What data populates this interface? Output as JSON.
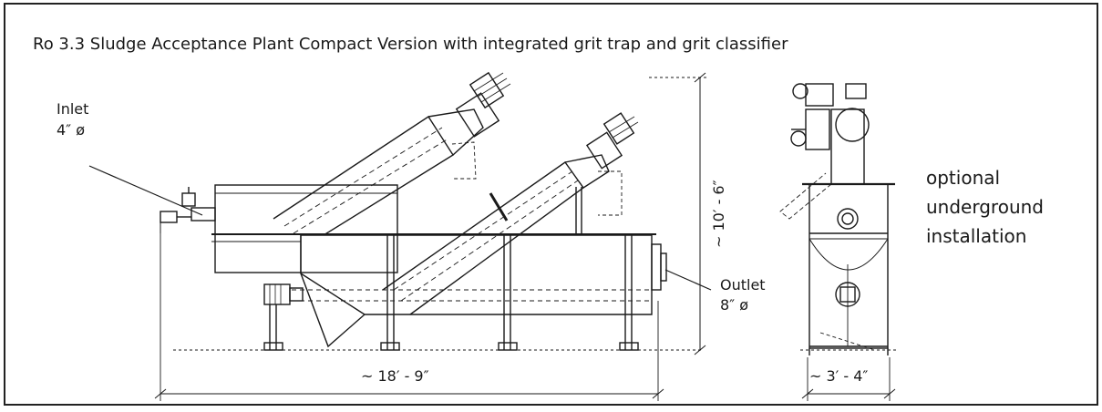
{
  "title": "Ro 3.3   Sludge Acceptance Plant Compact Version with integrated grit trap and grit classifier",
  "labels": {
    "inlet": "Inlet",
    "inlet_size": "4″ ø",
    "outlet": "Outlet",
    "outlet_size": "8″ ø",
    "height_dim": "~ 10′ - 6″",
    "length_dim": "~ 18′ - 9″",
    "width_dim": "~ 3′ - 4″",
    "note_line1": "optional",
    "note_line2": "underground",
    "note_line3": "installation"
  },
  "colors": {
    "stroke": "#1a1a1a",
    "border": "#222222"
  }
}
